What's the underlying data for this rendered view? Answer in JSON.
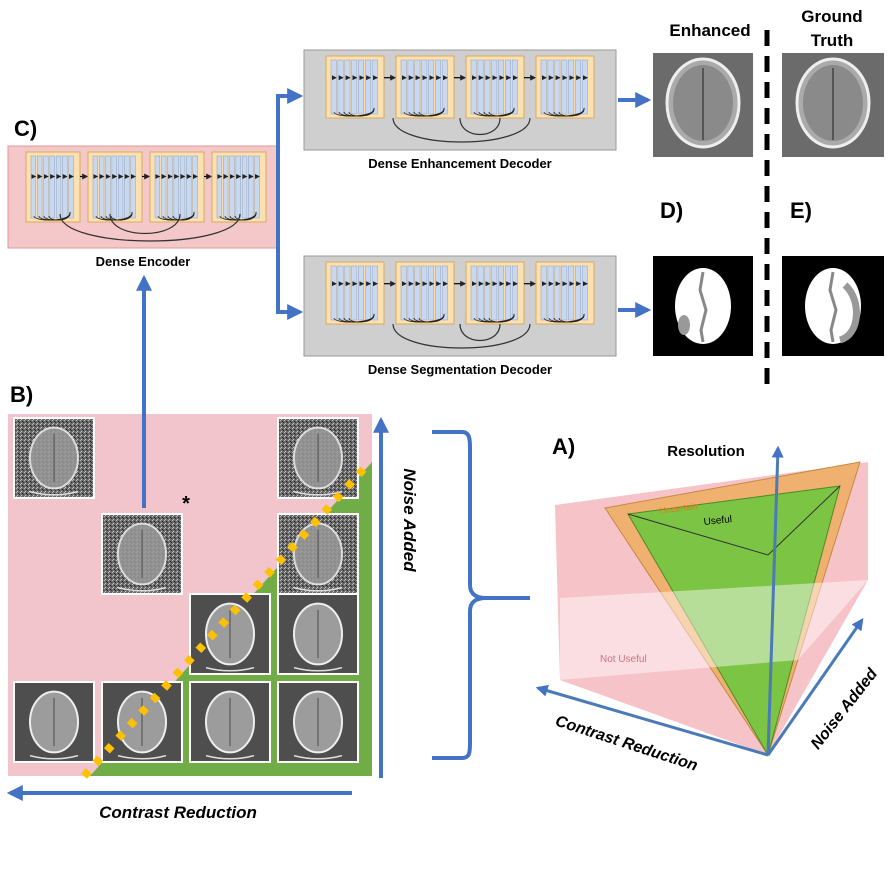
{
  "panels": {
    "a": "A)",
    "b": "B)",
    "c": "C)",
    "d": "D)",
    "e": "E)"
  },
  "encoder": {
    "label": "Dense Encoder"
  },
  "enhancement_decoder": {
    "label": "Dense Enhancement Decoder"
  },
  "segmentation_decoder": {
    "label": "Dense Segmentation Decoder"
  },
  "outputs": {
    "enhanced": "Enhanced",
    "ground_truth_line1": "Ground",
    "ground_truth_line2": "Truth"
  },
  "grid": {
    "y_axis": "Noise Added",
    "x_axis": "Contrast Reduction",
    "marker": "*"
  },
  "pyramid": {
    "top_axis": "Resolution",
    "left_axis": "Contrast Reduction",
    "right_axis": "Noise Added",
    "zone_useful": "Useful",
    "zone_uncertain": "Uncertain",
    "zone_not_useful": "Not Useful"
  },
  "colors": {
    "arrow_blue": "#4472c4",
    "pink_bg": "#f2c4cc",
    "green_bg": "#70ad47",
    "dot_yellow": "#ffc000",
    "block_orange": "#fbe0b0",
    "column_blue": "#c9d8ee"
  }
}
